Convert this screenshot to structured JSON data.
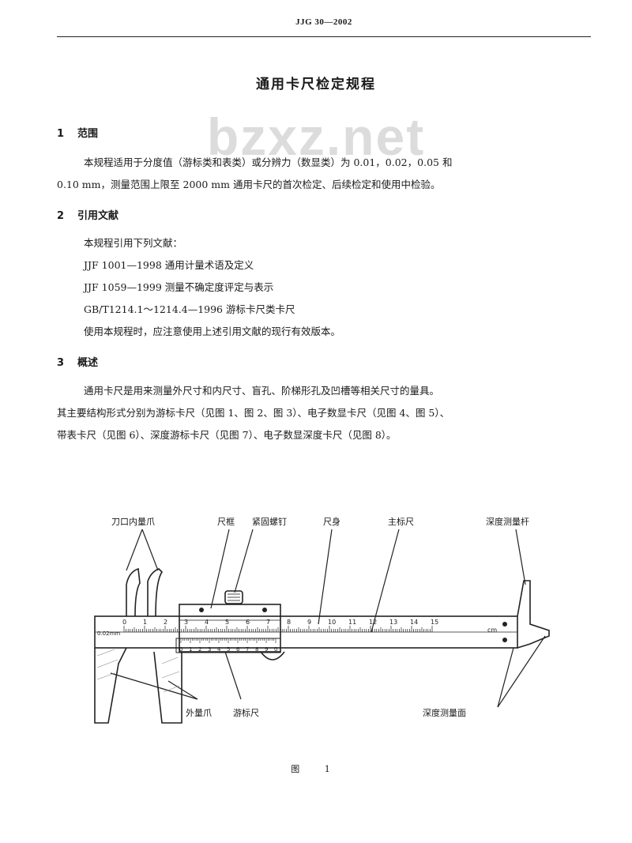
{
  "header": {
    "code": "JJG 30—2002"
  },
  "title": "通用卡尺检定规程",
  "watermark": "bzxz.net",
  "sections": [
    {
      "num": "1",
      "heading": "范围",
      "lines": [
        "本规程适用于分度值（游标类和表类）或分辨力（数显类）为 0.01，0.02，0.05 和",
        "0.10 mm，测量范围上限至 2000 mm 通用卡尺的首次检定、后续检定和使用中检验。"
      ]
    },
    {
      "num": "2",
      "heading": "引用文献",
      "lines": [
        "本规程引用下列文献：",
        "JJF 1001—1998 通用计量术语及定义",
        "JJF 1059—1999 测量不确定度评定与表示",
        "GB/T1214.1～1214.4—1996 游标卡尺类卡尺",
        "使用本规程时，应注意使用上述引用文献的现行有效版本。"
      ]
    },
    {
      "num": "3",
      "heading": "概述",
      "lines": [
        "通用卡尺是用来测量外尺寸和内尺寸、盲孔、阶梯形孔及凹槽等相关尺寸的量具。",
        "其主要结构形式分别为游标卡尺（见图 1、图 2、图 3）、电子数显卡尺（见图 4、图 5）、",
        "带表卡尺（见图 6）、深度游标卡尺（见图 7）、电子数显深度卡尺（见图 8）。"
      ]
    }
  ],
  "figure": {
    "labels": {
      "inner_jaws": "刀口内量爪",
      "frame": "尺框",
      "lock_screw": "紧固螺钉",
      "beam": "尺身",
      "main_scale": "主标尺",
      "depth_rod": "深度测量杆",
      "outer_jaws": "外量爪",
      "vernier": "游标尺",
      "depth_face": "深度测量面"
    },
    "scale_marks": [
      "0",
      "1",
      "2",
      "3",
      "4",
      "5",
      "6",
      "7",
      "8",
      "9",
      "10",
      "11",
      "12",
      "13",
      "14",
      "15"
    ],
    "unit": "cm",
    "resolution_text": "0.02mm",
    "vernier_marks": [
      "0",
      "1",
      "2",
      "3",
      "4",
      "5",
      "6",
      "7",
      "8",
      "9",
      "0"
    ],
    "caption": "图 1"
  }
}
